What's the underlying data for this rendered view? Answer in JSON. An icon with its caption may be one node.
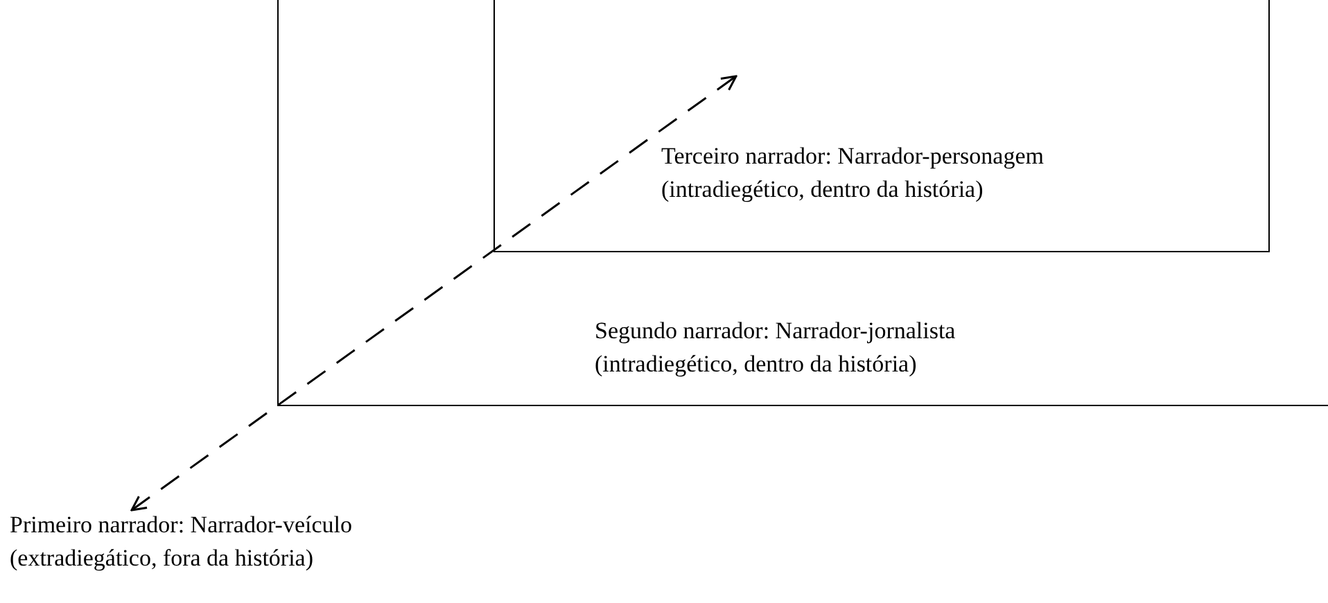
{
  "diagram": {
    "nodes": [
      {
        "text": [
          "Primeiro narrador: Narrador-veículo",
          "(extradiegático, fora da história)"
        ]
      },
      {
        "text": [
          "Segundo narrador: Narrador-jornalista",
          "(intradiegético, dentro da história)"
        ]
      },
      {
        "text": [
          "Terceiro narrador: Narrador-personagem",
          "(intradiegético, dentro da história)"
        ],
        "in": 1
      }
    ],
    "edges": [
      {
        "from": 0,
        "to": 2,
        "arrow": "both",
        "style": "dashed"
      }
    ]
  }
}
